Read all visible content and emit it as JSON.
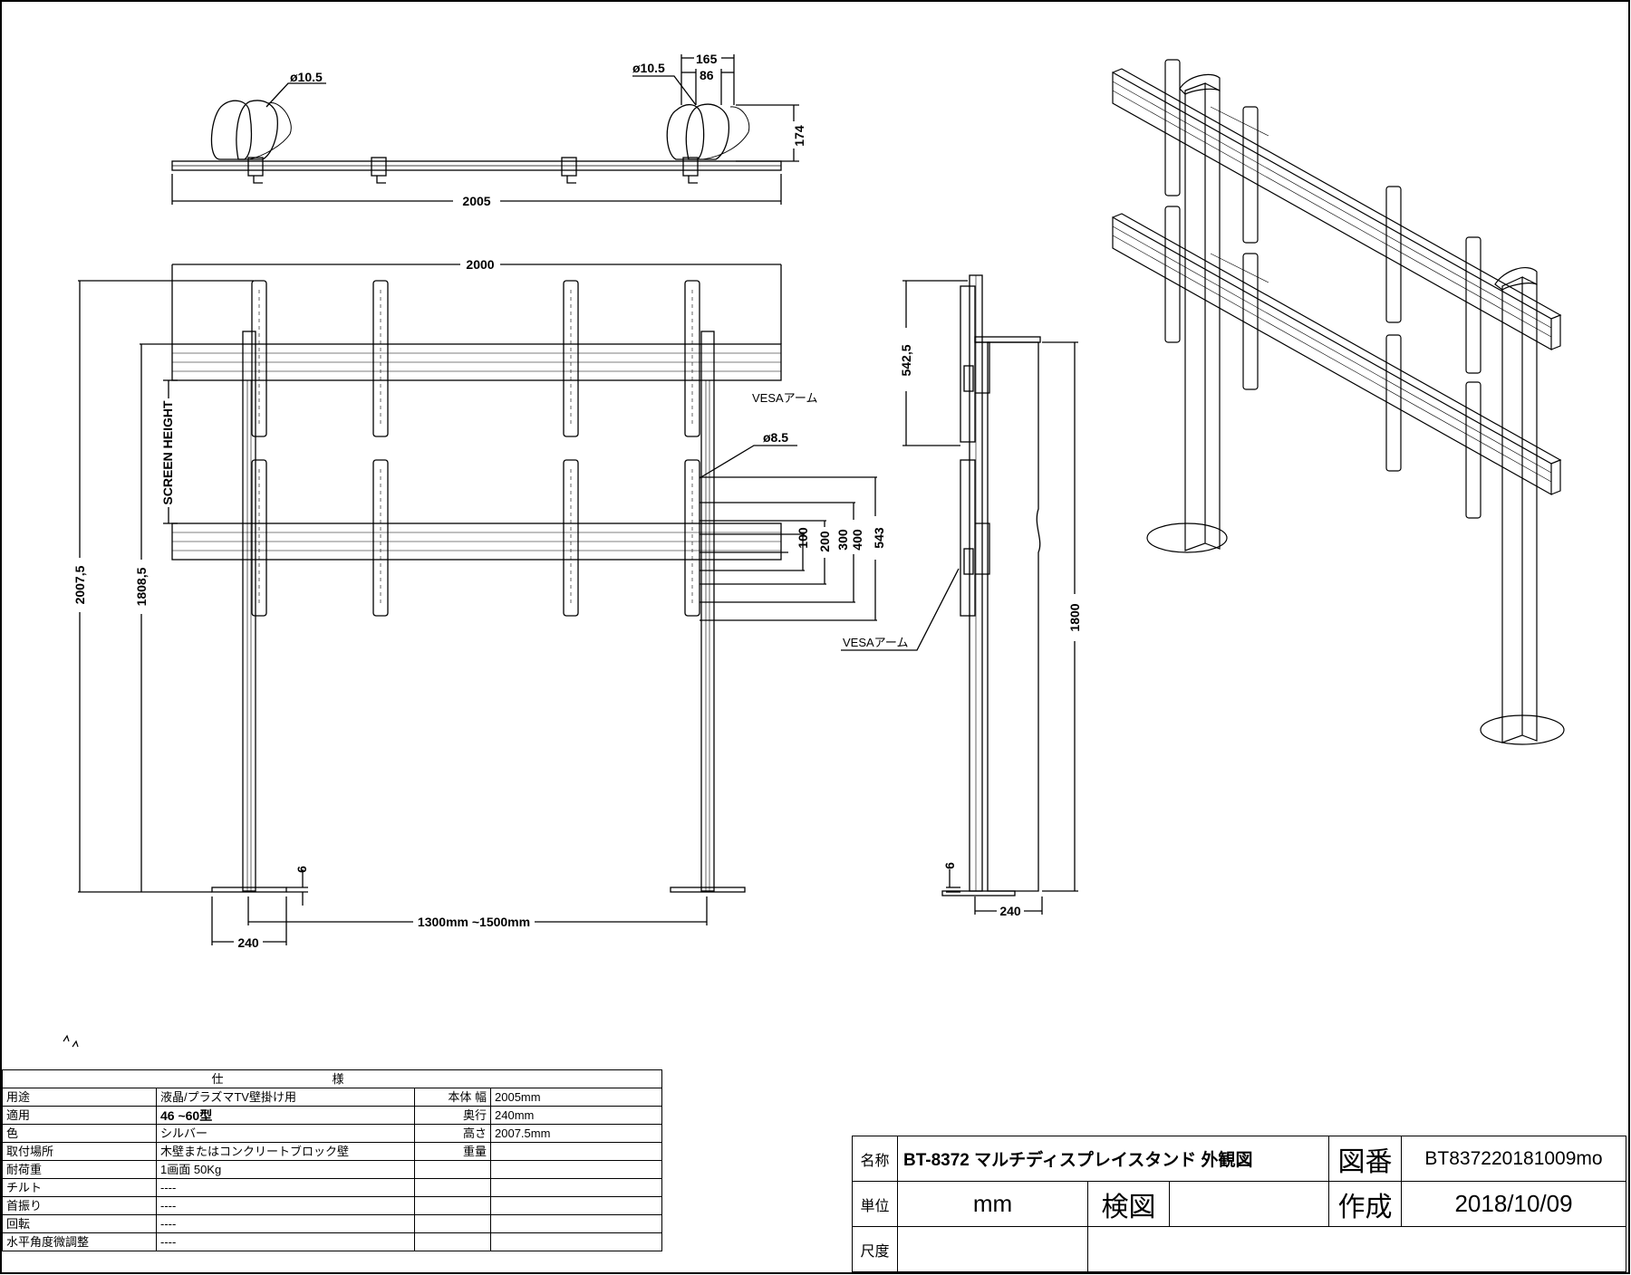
{
  "top_view": {
    "dia_left": "ø10.5",
    "dia_right": "ø10.5",
    "dim_165": "165",
    "dim_86": "86",
    "dim_174": "174",
    "dim_2005": "2005"
  },
  "front_view": {
    "dim_2000": "2000",
    "dim_2007_5": "2007,5",
    "dim_1808_5": "1808,5",
    "screen_height": "SCREEN HEIGHT",
    "vesa_arm": "VESAアーム",
    "dia_8_5": "ø8.5",
    "dim_100": "100",
    "dim_200": "200",
    "dim_300": "300",
    "dim_400": "400",
    "dim_543": "543",
    "dim_6": "6",
    "dim_240": "240",
    "dim_span": "1300mm ~1500mm"
  },
  "side_view": {
    "dim_542_5": "542,5",
    "dim_1800": "1800",
    "dim_6": "6",
    "dim_240": "240",
    "vesa_arm": "VESAアーム"
  },
  "spec": {
    "header": "仕様",
    "rows": [
      {
        "label": "用途",
        "value": "液晶/プラズマTV壁掛け用",
        "label2": "本体 幅",
        "value2": "2005mm"
      },
      {
        "label": "適用",
        "value": "46 ~60型",
        "label2": "奥行",
        "value2": "240mm"
      },
      {
        "label": "色",
        "value": "シルバー",
        "label2": "高さ",
        "value2": "2007.5mm"
      },
      {
        "label": "取付場所",
        "value": "木壁またはコンクリートブロック壁",
        "label2": "重量",
        "value2": ""
      },
      {
        "label": "耐荷重",
        "value": "1画面 50Kg",
        "label2": "",
        "value2": ""
      },
      {
        "label": "チルト",
        "value": "----",
        "label2": "",
        "value2": ""
      },
      {
        "label": "首振り",
        "value": "----",
        "label2": "",
        "value2": ""
      },
      {
        "label": "回転",
        "value": "----",
        "label2": "",
        "value2": ""
      },
      {
        "label": "水平角度微調整",
        "value": "----",
        "label2": "",
        "value2": ""
      }
    ]
  },
  "title_block": {
    "name_label": "名称",
    "name_value": "BT-8372 マルチディスプレイスタンド 外観図",
    "drawing_no_label": "図番",
    "drawing_no_value": "BT837220181009mo",
    "unit_label": "単位",
    "unit_value": "mm",
    "check_label": "検図",
    "check_value": "",
    "created_label": "作成",
    "created_value": "2018/10/09",
    "scale_label": "尺度",
    "scale_value": ""
  }
}
